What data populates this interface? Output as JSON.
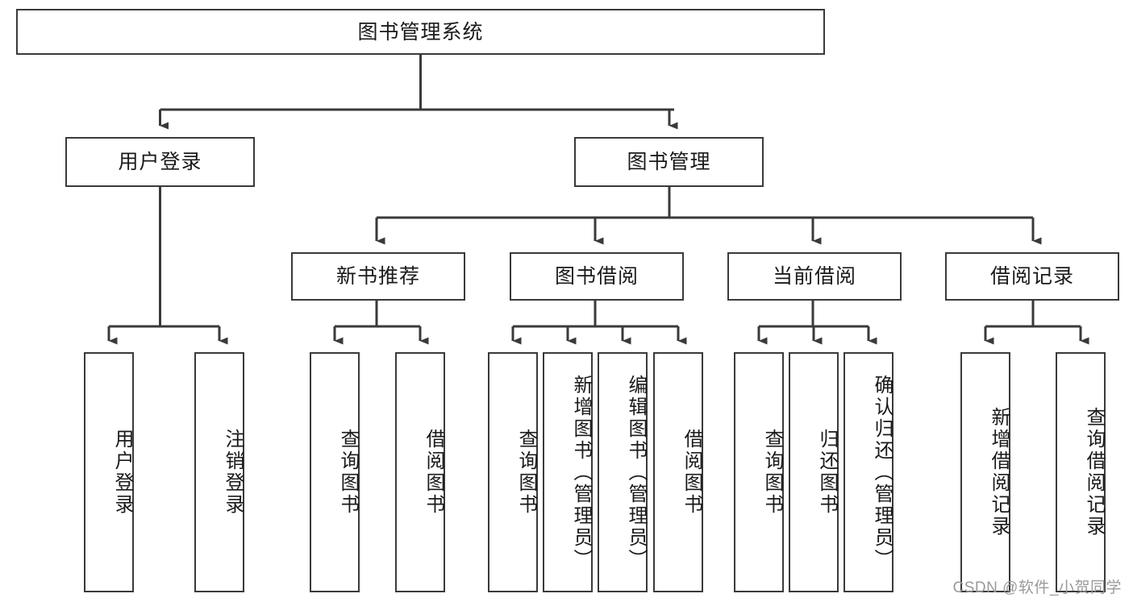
{
  "diagram": {
    "type": "tree-hierarchy-chart",
    "title": "图书管理系统",
    "root": {
      "label": "图书管理系统",
      "level": 1
    },
    "level2": [
      {
        "label": "用户登录"
      },
      {
        "label": "图书管理"
      }
    ],
    "level3": [
      {
        "label": "新书推荐"
      },
      {
        "label": "图书借阅"
      },
      {
        "label": "当前借阅"
      },
      {
        "label": "借阅记录"
      }
    ],
    "leaves": {
      "user_login": [
        {
          "label": "用户登录"
        },
        {
          "label": "注销登录"
        }
      ],
      "new_book_recommend": [
        {
          "label": "查询图书"
        },
        {
          "label": "借阅图书"
        }
      ],
      "book_borrow": [
        {
          "label": "查询图书"
        },
        {
          "label": "新增图书（管理员）"
        },
        {
          "label": "编辑图书（管理员）"
        },
        {
          "label": "借阅图书"
        }
      ],
      "current_borrow": [
        {
          "label": "查询图书"
        },
        {
          "label": "归还图书"
        },
        {
          "label": "确认归还（管理员）"
        }
      ],
      "borrow_records": [
        {
          "label": "新增借阅记录"
        },
        {
          "label": "查询借阅记录"
        }
      ]
    }
  },
  "watermark": {
    "text": "CSDN @软件_小贺同学"
  },
  "colors": {
    "border": "#3a3a3a",
    "background": "#ffffff",
    "text": "#1a1a1a",
    "watermark": "#9a9a9a"
  }
}
